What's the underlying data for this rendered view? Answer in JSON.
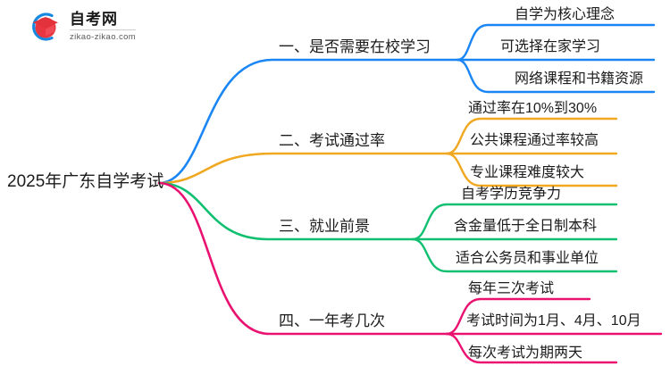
{
  "logo": {
    "icon": "graduation-cap-logo-icon",
    "title": "自考网",
    "subtitle": "zikao-zikao.com",
    "arc_color": "#1787e0",
    "cap_color": "#e8353f"
  },
  "mindmap": {
    "root": {
      "label": "2025年广东自学考试"
    },
    "branches": [
      {
        "label": "一、是否需要在校学习",
        "color": "#1a86f5",
        "children": [
          {
            "label": "自学为核心理念"
          },
          {
            "label": "可选择在家学习"
          },
          {
            "label": "网络课程和书籍资源"
          }
        ]
      },
      {
        "label": "二、考试通过率",
        "color": "#efa820",
        "children": [
          {
            "label": "通过率在10%到30%"
          },
          {
            "label": "公共课程通过率较高"
          },
          {
            "label": "专业课程难度较大"
          }
        ]
      },
      {
        "label": "三、就业前景",
        "color": "#10c070",
        "children": [
          {
            "label": "自考学历竞争力"
          },
          {
            "label": "含金量低于全日制本科"
          },
          {
            "label": "适合公务员和事业单位"
          }
        ]
      },
      {
        "label": "四、一年考几次",
        "color": "#ea1270",
        "children": [
          {
            "label": "每年三次考试"
          },
          {
            "label": "考试时间为1月、4月、10月"
          },
          {
            "label": "每次考试为期两天"
          }
        ]
      }
    ]
  }
}
